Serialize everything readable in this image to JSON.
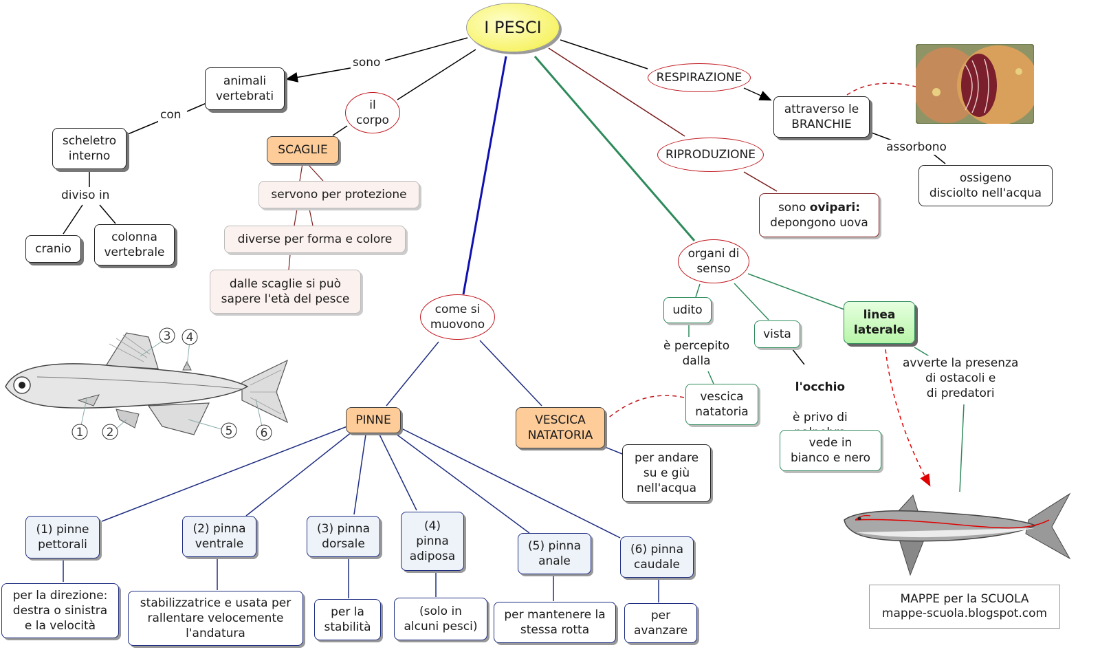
{
  "title": "I PESCI",
  "nodes": {
    "animali": "animali\nvertebrati",
    "scheletro": "scheletro\ninterno",
    "cranio": "cranio",
    "colonna": "colonna\nvertebrale",
    "il_corpo": "il\ncorpo",
    "scaglie": "SCAGLIE",
    "protezione": "servono per protezione",
    "forma": "diverse per forma e colore",
    "eta": "dalle scaglie si può\nsapere l'età del pesce",
    "come_muovono": "come si\nmuovono",
    "pinne": "PINNE",
    "vescica_natatoria": "VESCICA\nNATATORIA",
    "su_giu": "per andare\nsu e giù\nnell'acqua",
    "respirazione": "RESPIRAZIONE",
    "branchie": "attraverso le\nBRANCHIE",
    "ossigeno": "ossigeno\ndisciolto nell'acqua",
    "riproduzione": "RIPRODUZIONE",
    "ovipari_pre": "sono ",
    "ovipari_bold": "ovipari:",
    "ovipari_post": "depongono uova",
    "organi": "organi di\nsenso",
    "udito": "udito",
    "vescica_small": "vescica\nnatatoria",
    "vista": "vista",
    "occhio_bold": "l'occhio",
    "occhio_text": "è privo di\npalpebra",
    "bianco_nero": "vede in\nbianco e nero",
    "linea": "linea\nlaterale",
    "ostacoli": "avverte la presenza\ndi ostacoli e\ndi predatori",
    "p1": "(1) pinne\npettorali",
    "p2": "(2) pinna\nventrale",
    "p3": "(3) pinna\ndorsale",
    "p4": "(4)\npinna\nadiposa",
    "p5": "(5) pinna\nanale",
    "p6": "(6) pinna\ncaudale",
    "d1": "per la direzione:\ndestra o sinistra\ne la velocità",
    "d2": "stabilizzatrice e usata per\nrallentare velocemente\nl'andatura",
    "d3": "per la\nstabilità",
    "d4": "(solo in\nalcuni pesci)",
    "d5": "per mantenere la\nstessa rotta",
    "d6": "per\navanzare"
  },
  "link_labels": {
    "sono": "sono",
    "con": "con",
    "diviso_in": "diviso in",
    "assorbono": "assorbono",
    "percepito": "è percepito\ndalla"
  },
  "fish_numbers": [
    "1",
    "2",
    "3",
    "4",
    "5",
    "6"
  ],
  "credit": {
    "line1": "MAPPE per la SCUOLA",
    "line2": "mappe-scuola.blogspot.com"
  },
  "colors": {
    "red_oval": "#c0161c",
    "blue_link": "#1d2c80",
    "green_link": "#2d8a5a",
    "maroon_link": "#7a1b1b",
    "orange_fill": "#fdcc99",
    "title_fill": "#f7f36a"
  }
}
